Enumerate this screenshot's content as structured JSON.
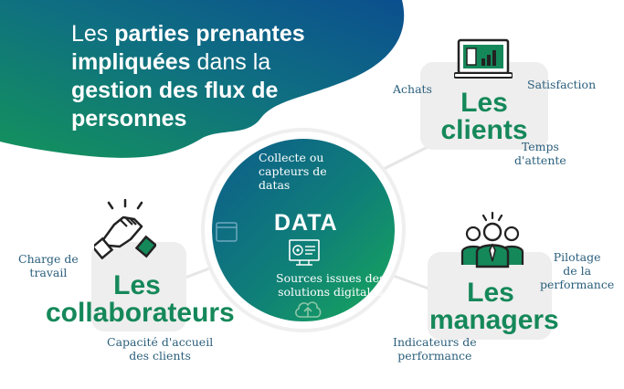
{
  "headline": {
    "part1": "Les ",
    "bold1": "parties prenantes",
    "part2": " ",
    "bold2": "impliquées",
    "part3": " dans la ",
    "bold3": "gestion des flux de personnes"
  },
  "center": {
    "title": "DATA",
    "collecte": "Collecte ou\ncapteurs de\ndatas",
    "sources": "Sources issues des\nsolutions digitales"
  },
  "clients": {
    "title": "Les\nclients",
    "achats": "Achats",
    "satisfaction": "Satisfaction",
    "temps": "Temps\nd'attente"
  },
  "collaborateurs": {
    "title": "Les\ncollaborateurs",
    "charge": "Charge de\ntravail",
    "capacite": "Capacité d'accueil\ndes clients"
  },
  "managers": {
    "title": "Les\nmanagers",
    "pilotage": "Pilotage\nde la\nperformance",
    "indicateurs": "Indicateurs de\nperformance"
  },
  "colors": {
    "green": "#15885a",
    "blue": "#0d5a8a",
    "text_blue": "#2b5f7c",
    "box_gray": "#eeeeee"
  },
  "icons": [
    "laptop-chart-icon",
    "handshake-icon",
    "team-icon",
    "dashboard-icon",
    "cloud-upload-icon",
    "window-icon"
  ]
}
